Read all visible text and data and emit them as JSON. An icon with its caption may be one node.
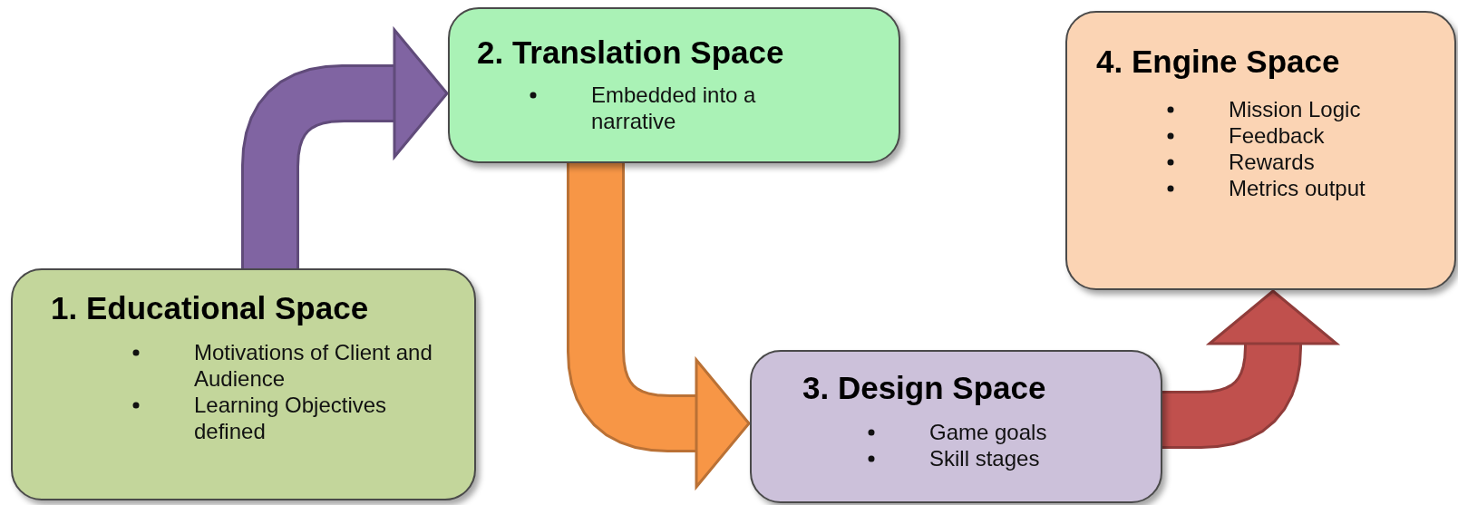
{
  "diagram": {
    "nodes": [
      {
        "text": [
          "1.  Educational Space",
          "Motivations of Client and Audience",
          "Learning Objectives defined"
        ]
      },
      {
        "text": [
          "2.  Translation Space",
          "Embedded into a narrative"
        ]
      },
      {
        "text": [
          "3.  Design Space",
          "Game goals",
          "Skill stages"
        ]
      },
      {
        "text": [
          "4.  Engine Space",
          "Mission Logic",
          "Feedback",
          "Rewards",
          "Metrics output"
        ]
      }
    ],
    "edges": [
      {
        "from": 0,
        "to": 1,
        "arrow": "to",
        "color": "#8064a2"
      },
      {
        "from": 1,
        "to": 2,
        "arrow": "to",
        "color": "#f79646"
      },
      {
        "from": 2,
        "to": 3,
        "arrow": "to",
        "color": "#c0504d"
      }
    ]
  }
}
